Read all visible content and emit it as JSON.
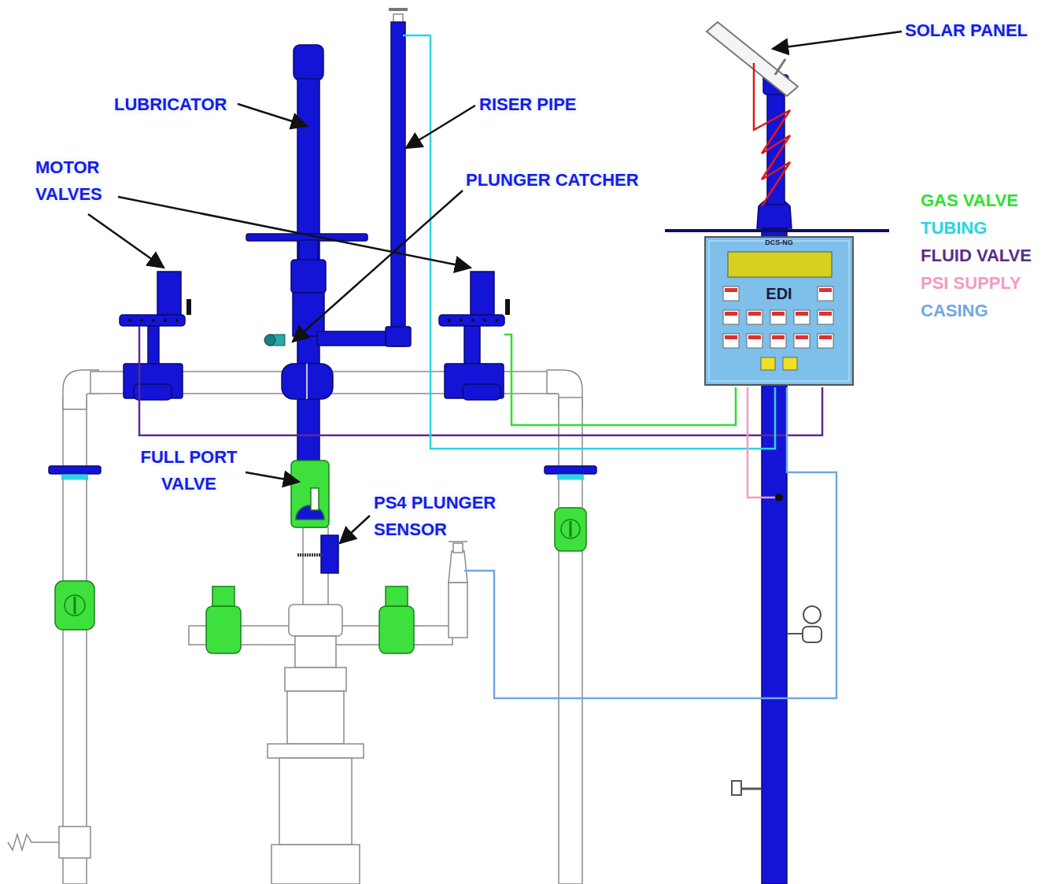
{
  "diagram": {
    "nodes": [
      {
        "text": [
          "DCS-NG",
          "EDI"
        ]
      }
    ],
    "labels": [
      "LUBRICATOR",
      "RISER PIPE",
      "MOTOR VALVES",
      "PLUNGER CATCHER",
      "FULL PORT VALVE",
      "PS4 PLUNGER SENSOR",
      "SOLAR PANEL"
    ],
    "legend": [
      {
        "text": "GAS VALVE",
        "color": "#2ee02e"
      },
      {
        "text": "TUBING",
        "color": "#2ad4e4"
      },
      {
        "text": "FLUID VALVE",
        "color": "#5b2c8c"
      },
      {
        "text": "PSI SUPPLY",
        "color": "#f29ac4"
      },
      {
        "text": "CASING",
        "color": "#6fa8e6"
      }
    ]
  }
}
